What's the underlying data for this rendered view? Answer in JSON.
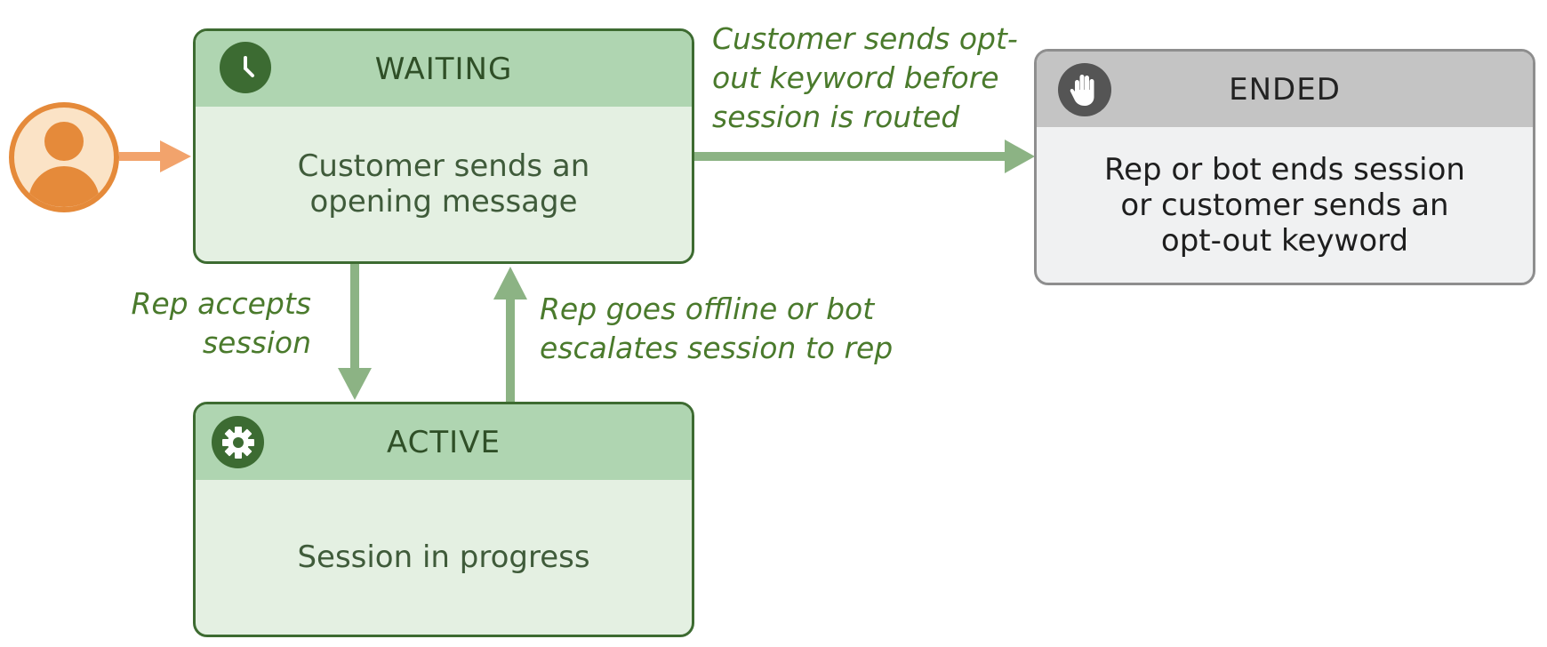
{
  "diagram": {
    "states": {
      "waiting": {
        "title": "WAITING",
        "description": "Customer sends an\nopening message",
        "icon": "clock-icon"
      },
      "active": {
        "title": "ACTIVE",
        "description": "Session in progress",
        "icon": "gear-icon"
      },
      "ended": {
        "title": "ENDED",
        "description": "Rep or bot ends session\nor customer sends an\nopt-out keyword",
        "icon": "hand-stop-icon"
      }
    },
    "transitions": {
      "opt_out": "Customer sends opt-\nout keyword before\nsession is routed",
      "accept": "Rep accepts\nsession",
      "escalate": "Rep goes offline or bot\nescalates session to rep"
    },
    "start": {
      "icon": "customer-avatar-icon"
    },
    "colors": {
      "green_border": "#3d6b31",
      "green_header": "#afd5b1",
      "green_body": "#e4f0e2",
      "grey_border": "#8e8e8e",
      "grey_header": "#c4c4c4",
      "grey_body": "#f0f1f2",
      "transition_arrow": "#8cb384",
      "start_arrow": "#f2a36c",
      "label_text": "#4a7a2c",
      "avatar_orange": "#e58a3a"
    }
  }
}
